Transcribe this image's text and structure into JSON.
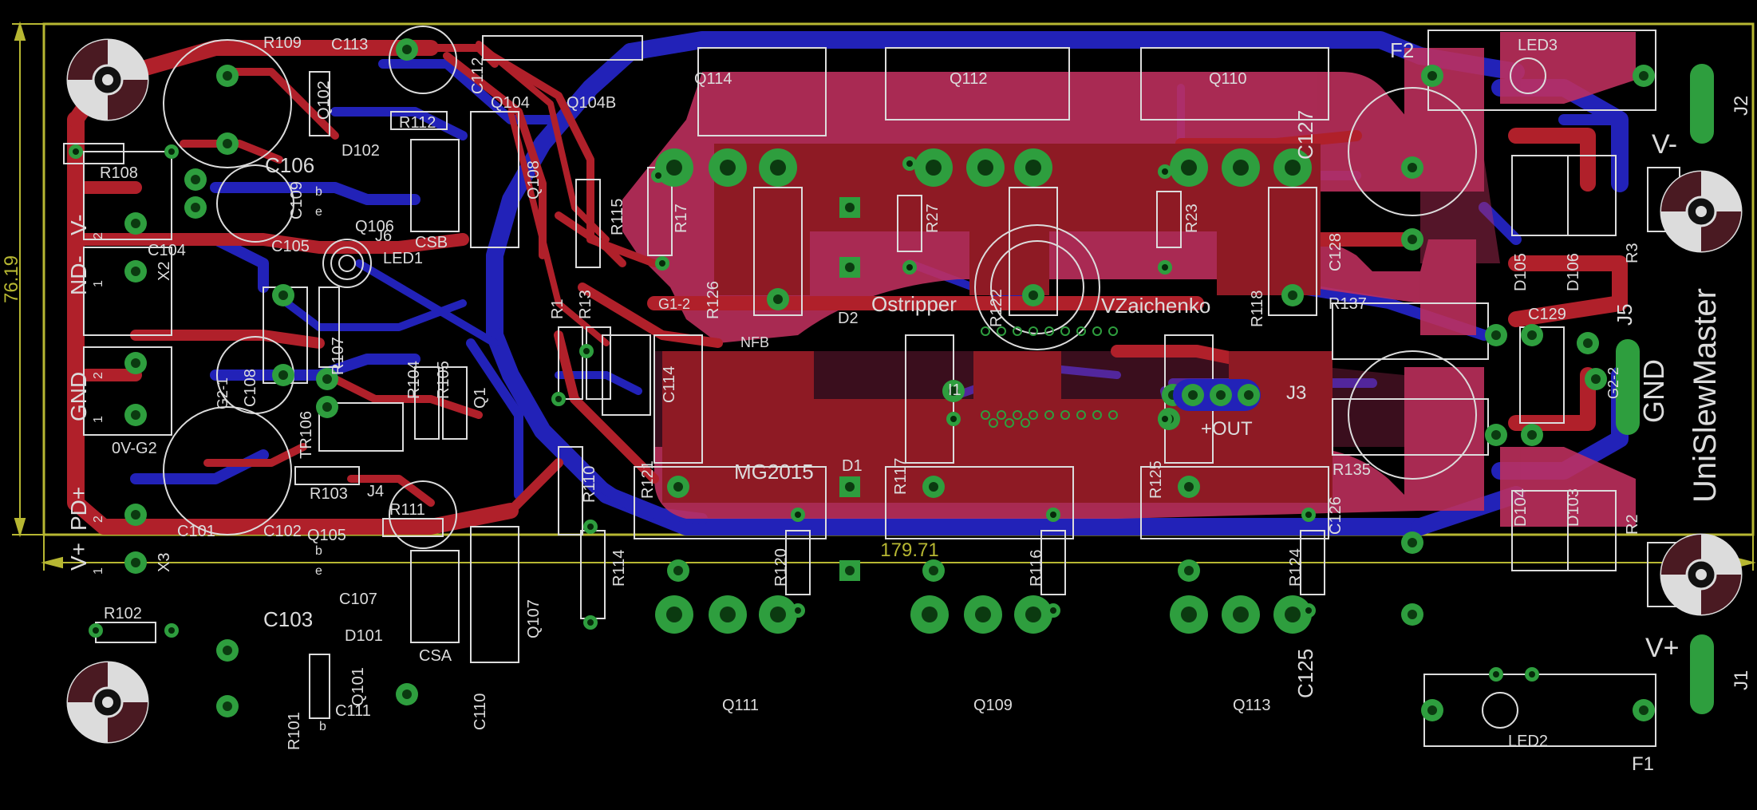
{
  "colors": {
    "background": "#000000",
    "top_copper": "#B0202A",
    "top_copper_dark": "#7E1620",
    "bottom_copper": "#2222B8",
    "pour": "#C0305E",
    "pad": "#2E9E3E",
    "silk": "#DCDCDC",
    "dimension": "#B7B732",
    "pad_ring": "#55C24C"
  },
  "dimensions": {
    "width_label": "179.71",
    "height_label": "76.19"
  },
  "board": {
    "title_labels": {
      "ostripper": "Ostripper",
      "vzaichenko": "VZaichenko",
      "mg2015": "MG2015",
      "uni": "UniSlewMaster",
      "out": "+OUT",
      "gnd_right": "GND",
      "v_minus": "V-",
      "v_plus": "V+"
    },
    "connector_labels": {
      "nd_minus": "ND-",
      "v_left_top": "V-",
      "gnd_left": "GND",
      "pd_plus": "PD+",
      "v_left_bottom": "V+",
      "x2": "X2",
      "x3": "X3",
      "og2": "0V-G2",
      "j1": "J1",
      "j2": "J2",
      "j3": "J3",
      "j4": "J4",
      "j5": "J5",
      "j6": "J6",
      "f1": "F1",
      "f2": "F2",
      "g12": "G1-2",
      "g21": "G2-1",
      "g22": "G2-2",
      "nfb": "NFB"
    },
    "components": {
      "r109": "R109",
      "c113": "C113",
      "q102": "Q102",
      "r112": "R112",
      "c112": "C112",
      "q104": "Q104",
      "q104b": "Q104B",
      "q114": "Q114",
      "q112": "Q112",
      "q110": "Q110",
      "led3": "LED3",
      "r108": "R108",
      "d102": "D102",
      "c106": "C106",
      "c109": "C109",
      "q106": "Q106",
      "csb": "CSB",
      "q108": "Q108",
      "r115": "R115",
      "r17": "R17",
      "r27": "R27",
      "r23": "R23",
      "c127": "C127",
      "c128": "C128",
      "d105": "D105",
      "d106": "D106",
      "r3": "R3",
      "c104": "C104",
      "c105": "C105",
      "led1": "LED1",
      "r1": "R1",
      "r13": "R13",
      "r126": "R126",
      "d2": "D2",
      "r122": "R122",
      "r118": "R118",
      "r137": "R137",
      "c129": "C129",
      "c108": "C108",
      "r107": "R107",
      "r104": "R104",
      "r105": "R105",
      "q1": "Q1",
      "c114": "C114",
      "i1": "I1",
      "tr106": "TR106",
      "r103": "R103",
      "r110": "R110",
      "r121": "R121",
      "d1": "D1",
      "r117": "R117",
      "r125": "R125",
      "r135": "R135",
      "d104": "D104",
      "d103": "D103",
      "r2": "R2",
      "c126": "C126",
      "r111": "R111",
      "c101": "C101",
      "c102": "C102",
      "q105": "Q105",
      "r114": "R114",
      "r120": "R120",
      "r116": "R116",
      "r124": "R124",
      "c107": "C107",
      "r102": "R102",
      "c103": "C103",
      "d101": "D101",
      "csa": "CSA",
      "q107": "Q107",
      "c125": "C125",
      "r101": "R101",
      "q101": "Q101",
      "c111": "C111",
      "c110": "C110",
      "q111": "Q111",
      "q109": "Q109",
      "q113": "Q113",
      "led2": "LED2"
    },
    "pin_numbers": {
      "one": "1",
      "two": "2",
      "b": "b",
      "e": "e"
    }
  }
}
